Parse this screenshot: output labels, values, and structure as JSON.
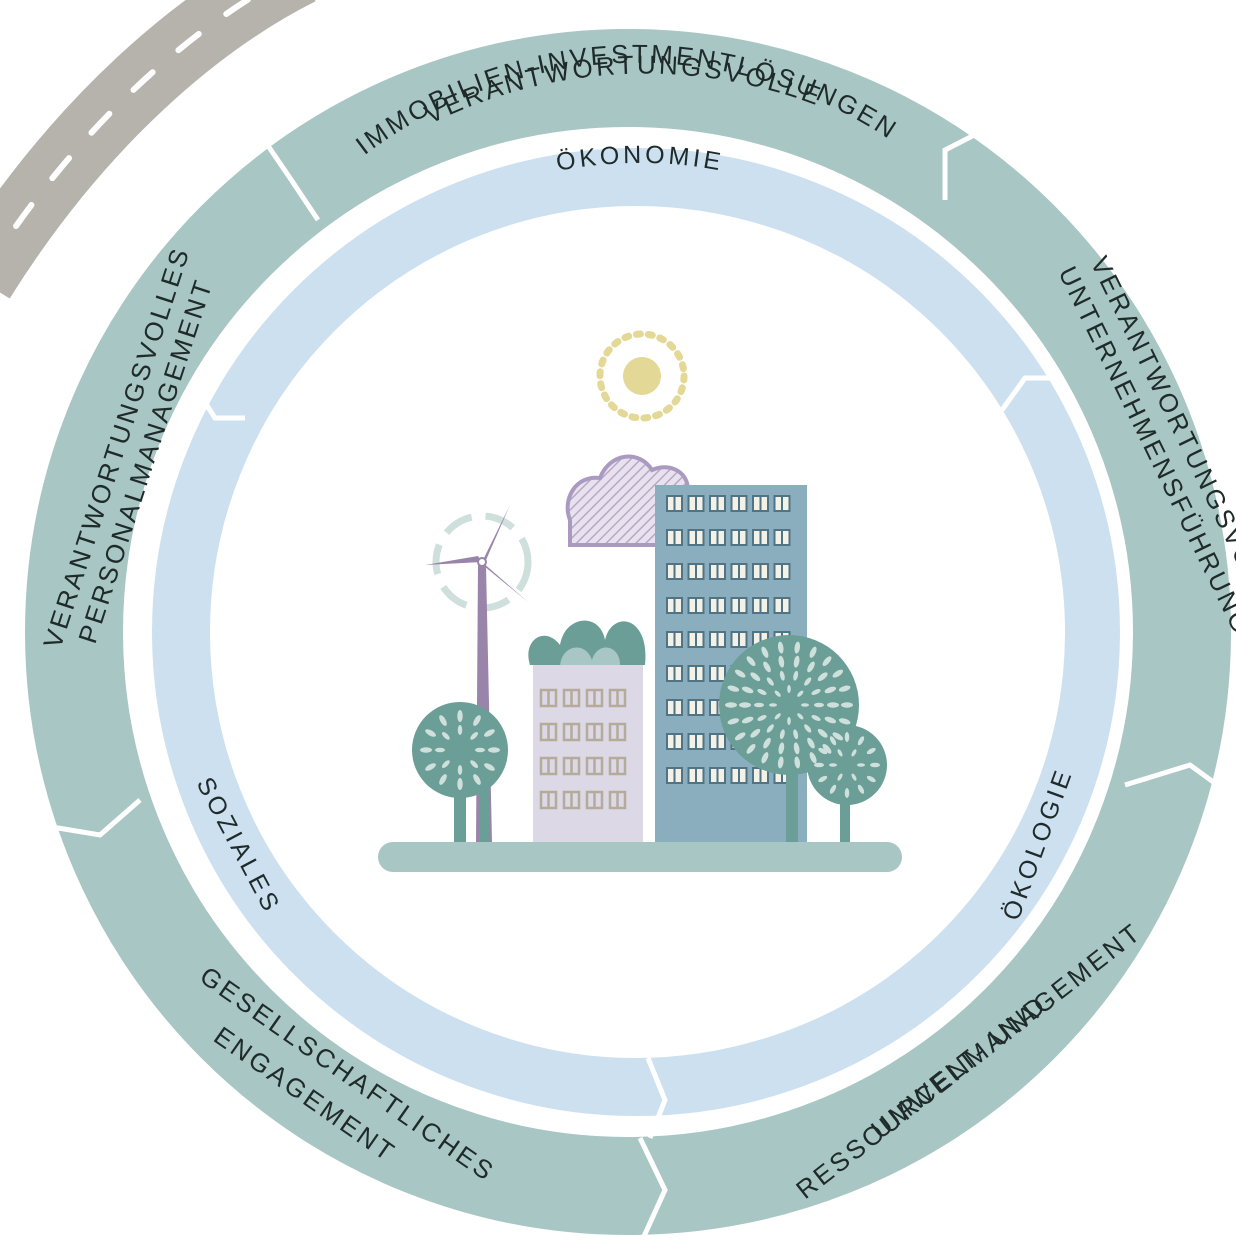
{
  "outer_segments": [
    {
      "line1": "VERANTWORTUNGSVOLLE",
      "line2": "IMMOBILIEN-INVESTMENTLÖSUNGEN"
    },
    {
      "line1": "VERANTWORTUNGSVOLLE",
      "line2": "UNTERNEHMENSFÜHRUNG"
    },
    {
      "line1": "UMWELT- UND",
      "line2": "RESSOURCENMANAGEMENT"
    },
    {
      "line1": "GESELLSCHAFTLICHES",
      "line2": "ENGAGEMENT"
    },
    {
      "line1": "VERANTWORTUNGSVOLLES",
      "line2": "PERSONALMANAGEMENT"
    }
  ],
  "inner_segments": [
    {
      "label": "ÖKONOMIE"
    },
    {
      "label": "ÖKOLOGIE"
    },
    {
      "label": "SOZIALES"
    }
  ],
  "colors": {
    "outer_ring": "#a8c6c3",
    "inner_ring": "#cde0f0",
    "road": "#b6b3ad",
    "building_blue": "#8aaebe",
    "building_lilac": "#ddd8e6",
    "tree": "#6a9e97",
    "sun": "#e3d895",
    "windmill": "#9a85aa"
  },
  "icons": [
    "road-icon",
    "sun-icon",
    "cloud-icon",
    "wind-turbine-icon",
    "office-tower-icon",
    "residential-building-icon",
    "tree-icon"
  ]
}
